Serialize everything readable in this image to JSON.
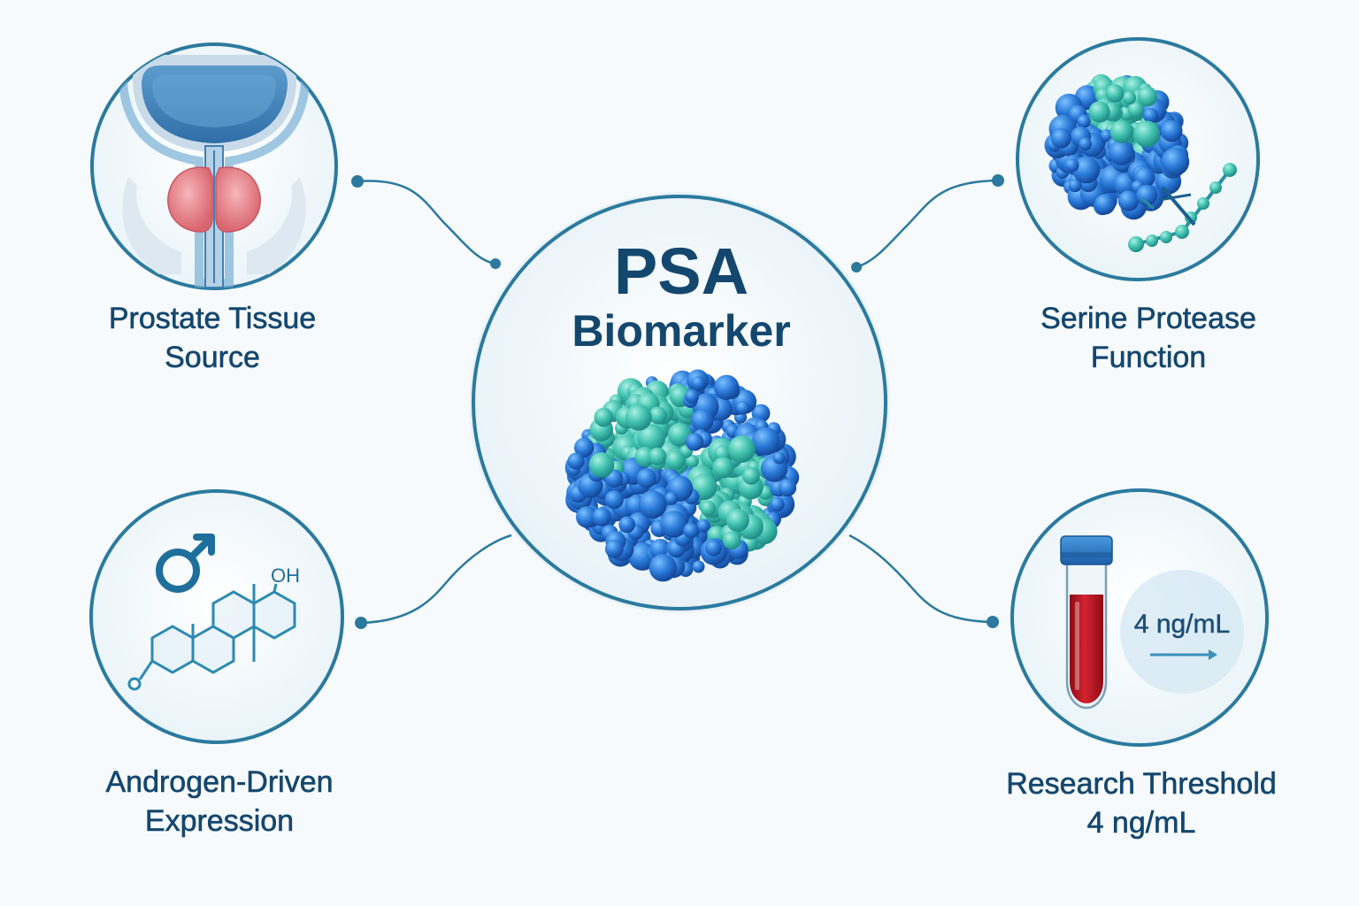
{
  "center": {
    "title": "PSA",
    "subtitle": "Biomarker"
  },
  "nodes": {
    "prostate": {
      "line1": "Prostate Tissue",
      "line2": "Source"
    },
    "protease": {
      "line1": "Serine Protease",
      "line2": "Function"
    },
    "androgen": {
      "line1": "Androgen-Driven",
      "line2": "Expression",
      "male_symbol": "♂",
      "hydroxyl": "OH"
    },
    "threshold": {
      "line1": "Research Threshold",
      "line2": "4 ng/mL",
      "badge": "4 ng/mL"
    }
  },
  "colors": {
    "ring": "#2b7a9e",
    "text": "#14476e",
    "protein_blue": "#2a7ad9",
    "protein_teal": "#42c2b0",
    "blood": "#c0161f",
    "tissue_pink": "#e88a94"
  }
}
